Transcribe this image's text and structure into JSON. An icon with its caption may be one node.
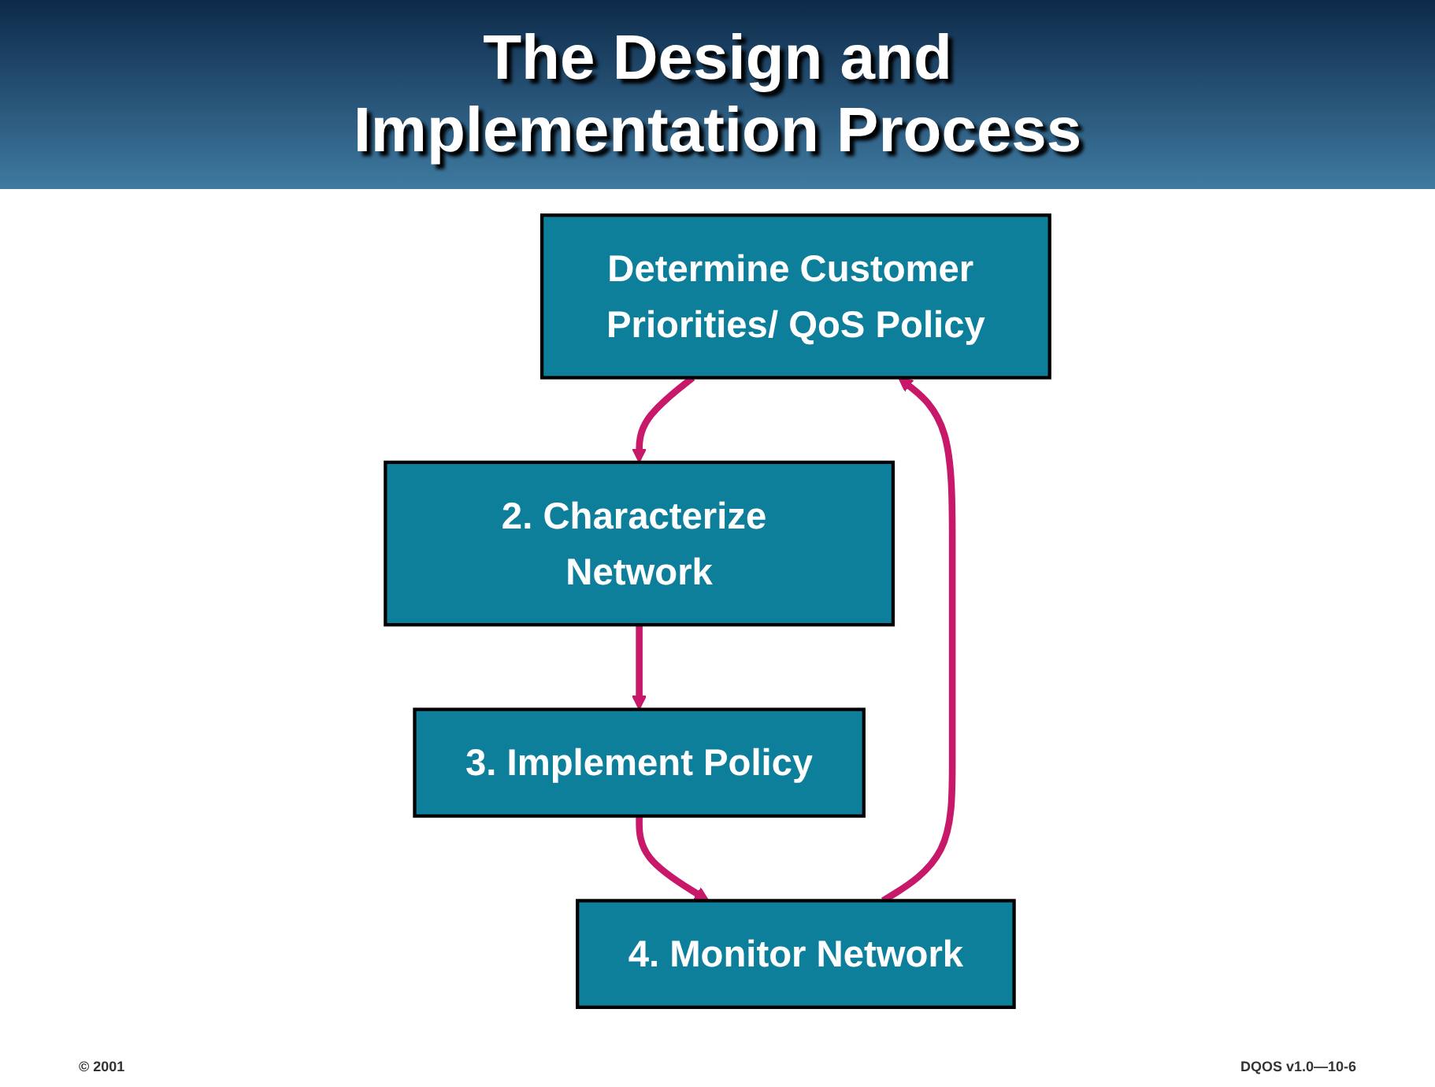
{
  "diagram": {
    "title": "The Design and Implementation Process",
    "nodes": [
      {
        "text": [
          "Determine Customer Priorities/ QoS Policy"
        ]
      },
      {
        "text": [
          "2. Characterize Network"
        ]
      },
      {
        "text": [
          "3. Implement Policy"
        ]
      },
      {
        "text": [
          "4. Monitor Network"
        ]
      }
    ],
    "edges": [
      {
        "from": 0,
        "to": 1,
        "arrow": "to"
      },
      {
        "from": 1,
        "to": 2,
        "arrow": "to"
      },
      {
        "from": 2,
        "to": 3,
        "arrow": "to"
      },
      {
        "from": 3,
        "to": 0,
        "arrow": "to"
      }
    ],
    "labels": [
      "© 2001",
      "DQOS v1.0—10-6"
    ]
  }
}
